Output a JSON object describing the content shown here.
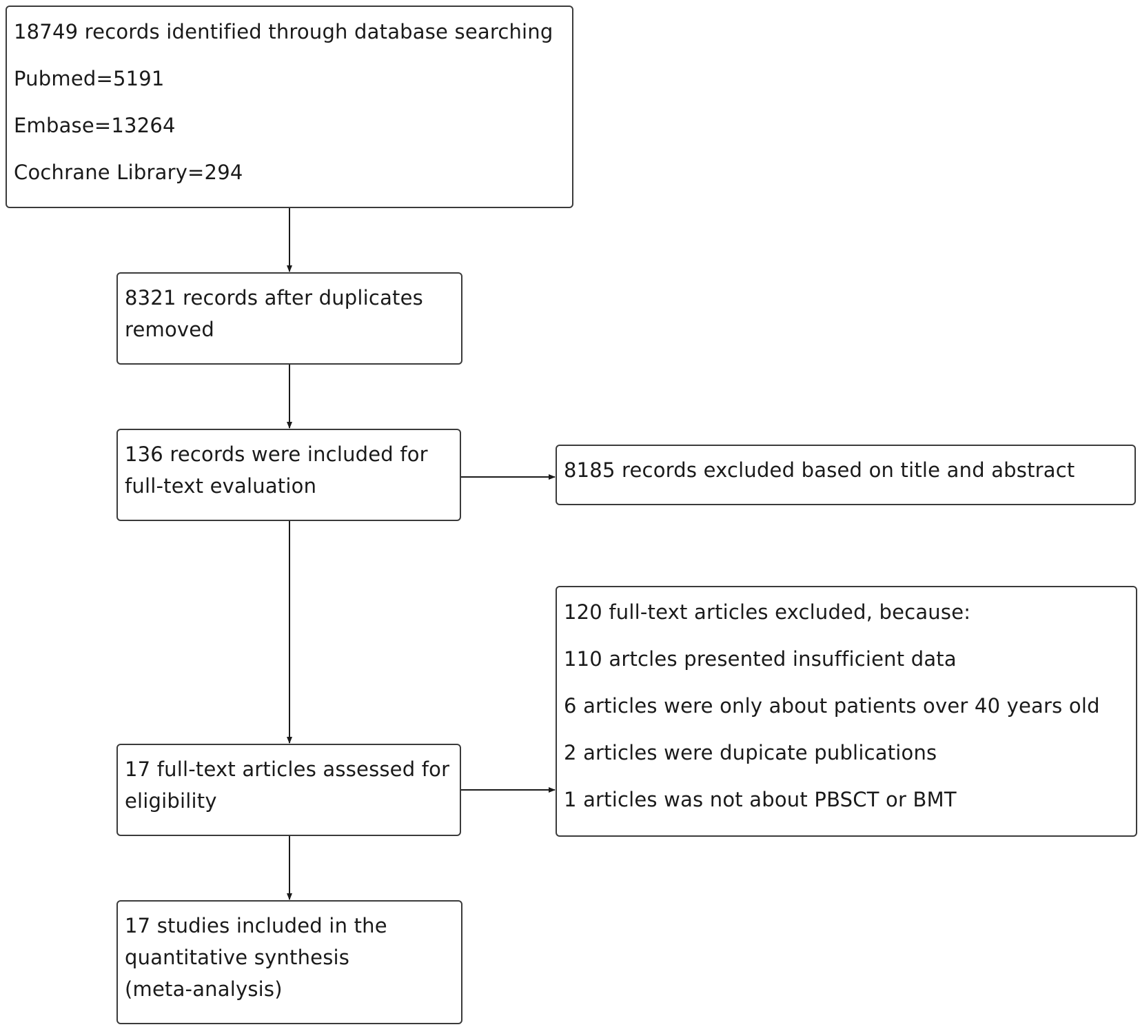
{
  "boxes": {
    "identification": {
      "lines": [
        "18749 records identified through database searching",
        "Pubmed=5191",
        "Embase=13264",
        "Cochrane Library=294"
      ]
    },
    "duplicates_removed": {
      "lines": [
        "8321 records after duplicates",
        "removed"
      ]
    },
    "fulltext_included": {
      "lines": [
        "136 records were included for",
        "full-text evaluation"
      ]
    },
    "excluded_title_abstract": {
      "lines": [
        "8185 records excluded based on title and abstract"
      ]
    },
    "excluded_fulltext": {
      "lines": [
        "120 full-text articles excluded, because:",
        "110 artcles presented insufficient data",
        "6 articles were only about patients over 40 years old",
        "2 articles were dupicate publications",
        "1 articles was not about PBSCT or BMT"
      ]
    },
    "eligibility": {
      "lines": [
        "17 full-text articles assessed for",
        "eligibility"
      ]
    },
    "included": {
      "lines": [
        "17 studies included in the",
        "quantitative synthesis",
        "(meta-analysis)"
      ]
    }
  },
  "colors": {
    "border": "#3a3a3a",
    "arrow": "#1a1a1a",
    "text": "#1a1a1a",
    "background": "#ffffff"
  }
}
